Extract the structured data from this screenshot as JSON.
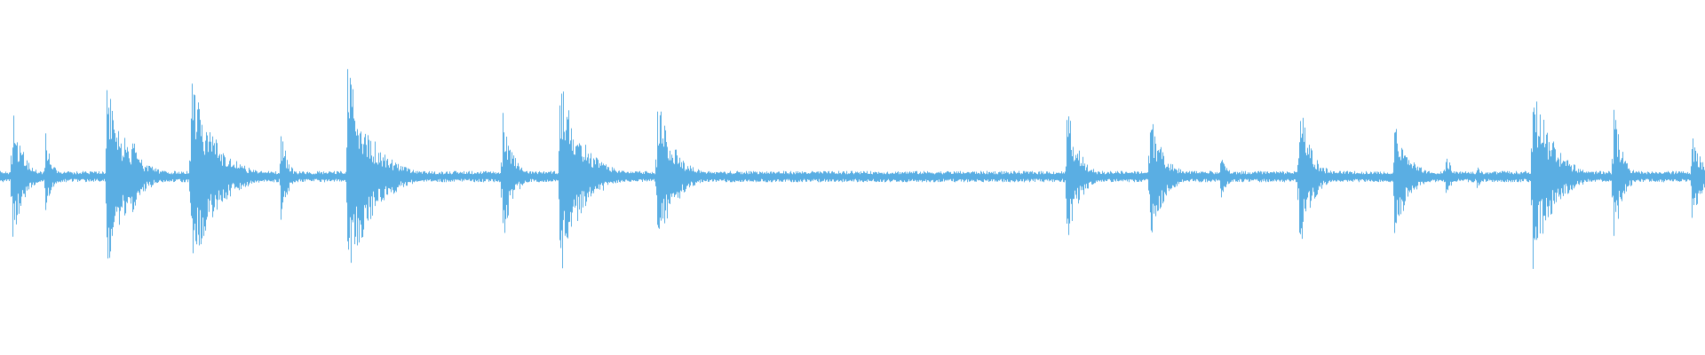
{
  "waveform": {
    "color": "#5aaee3",
    "background": "#ffffff",
    "baseline_level": 0.04,
    "transients": [
      {
        "t": 0.007,
        "level": 0.52,
        "below": 0.53,
        "decay": 0.006
      },
      {
        "t": 0.0265,
        "level": 0.31,
        "below": 0.31,
        "decay": 0.004
      },
      {
        "t": 0.0625,
        "level": 0.66,
        "below": 0.67,
        "decay": 0.012
      },
      {
        "t": 0.0775,
        "level": 0.31,
        "below": 0.31,
        "decay": 0.004
      },
      {
        "t": 0.1115,
        "level": 0.76,
        "below": 0.76,
        "decay": 0.014
      },
      {
        "t": 0.1255,
        "level": 0.34,
        "below": 0.35,
        "decay": 0.004
      },
      {
        "t": 0.1645,
        "level": 0.36,
        "below": 0.36,
        "decay": 0.004
      },
      {
        "t": 0.2035,
        "level": 0.8,
        "below": 0.81,
        "decay": 0.014
      },
      {
        "t": 0.2305,
        "level": 0.17,
        "below": 0.17,
        "decay": 0.005
      },
      {
        "t": 0.2945,
        "level": 0.5,
        "below": 0.5,
        "decay": 0.006
      },
      {
        "t": 0.328,
        "level": 0.75,
        "below": 0.75,
        "decay": 0.013
      },
      {
        "t": 0.348,
        "level": 0.14,
        "below": 0.14,
        "decay": 0.004
      },
      {
        "t": 0.385,
        "level": 0.6,
        "below": 0.61,
        "decay": 0.01
      },
      {
        "t": 0.486,
        "level": 0.03,
        "below": 0.03,
        "decay": 0.004
      },
      {
        "t": 0.6255,
        "level": 0.54,
        "below": 0.54,
        "decay": 0.007
      },
      {
        "t": 0.674,
        "level": 0.5,
        "below": 0.5,
        "decay": 0.008
      },
      {
        "t": 0.7155,
        "level": 0.19,
        "below": 0.19,
        "decay": 0.004
      },
      {
        "t": 0.7615,
        "level": 0.61,
        "below": 0.62,
        "decay": 0.007
      },
      {
        "t": 0.8175,
        "level": 0.47,
        "below": 0.48,
        "decay": 0.008
      },
      {
        "t": 0.8475,
        "level": 0.19,
        "below": 0.19,
        "decay": 0.004
      },
      {
        "t": 0.866,
        "level": 0.1,
        "below": 0.1,
        "decay": 0.003
      },
      {
        "t": 0.8985,
        "level": 0.7,
        "below": 0.7,
        "decay": 0.012
      },
      {
        "t": 0.946,
        "level": 0.54,
        "below": 0.54,
        "decay": 0.005
      },
      {
        "t": 0.992,
        "level": 0.35,
        "below": 0.35,
        "decay": 0.006
      }
    ]
  }
}
